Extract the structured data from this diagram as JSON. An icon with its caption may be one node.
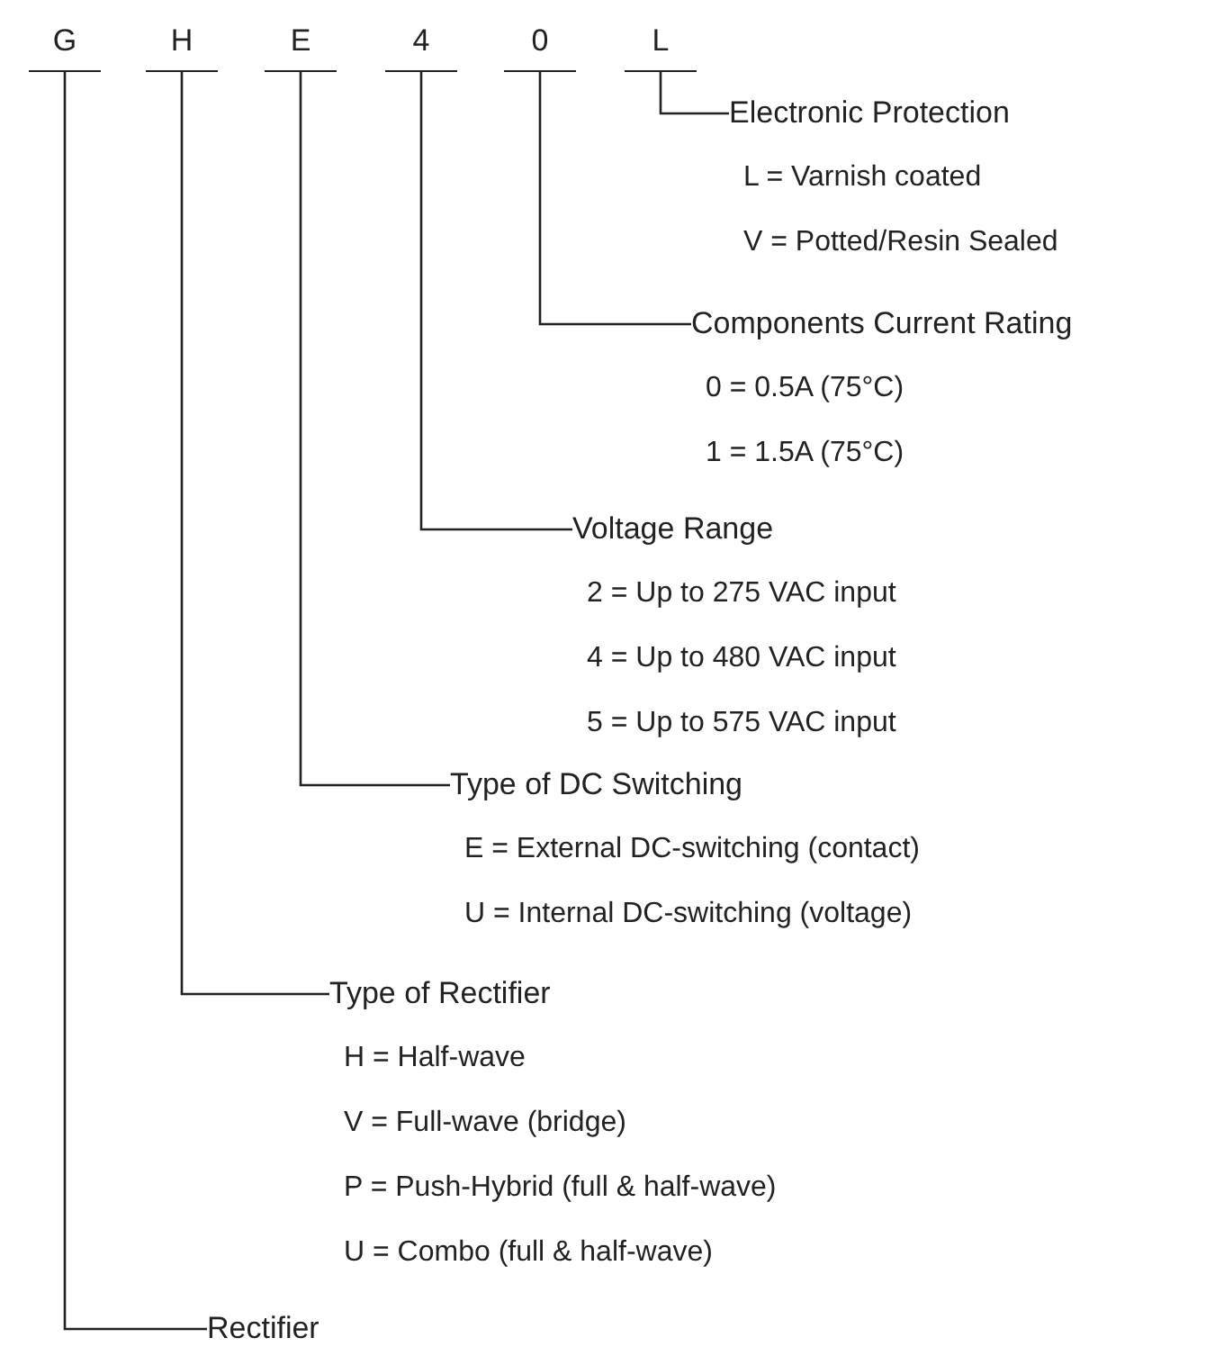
{
  "diagram": {
    "nodes": [
      {
        "text": [
          "G"
        ]
      },
      {
        "text": [
          "H"
        ]
      },
      {
        "text": [
          "E"
        ]
      },
      {
        "text": [
          "4"
        ]
      },
      {
        "text": [
          "0"
        ]
      },
      {
        "text": [
          "L"
        ]
      },
      {
        "text": [
          "Electronic Protection",
          "L = Varnish coated",
          "V = Potted/Resin Sealed"
        ]
      },
      {
        "text": [
          "Components Current Rating",
          "0 = 0.5A (75°C)",
          "1 = 1.5A (75°C)"
        ]
      },
      {
        "text": [
          "Voltage Range",
          "2 = Up to 275 VAC input",
          "4 = Up to 480 VAC input",
          "5 = Up to 575 VAC input"
        ]
      },
      {
        "text": [
          "Type of DC Switching",
          "E = External DC-switching (contact)",
          "U = Internal DC-switching (voltage)"
        ]
      },
      {
        "text": [
          "Type of Rectifier",
          "H = Half-wave",
          "V = Full-wave (bridge)",
          "P = Push-Hybrid (full & half-wave)",
          "U = Combo (full & half-wave)"
        ]
      },
      {
        "text": [
          "Rectifier"
        ]
      }
    ],
    "edges": [
      {
        "from": 5,
        "to": 6,
        "arrow": "none"
      },
      {
        "from": 4,
        "to": 7,
        "arrow": "none"
      },
      {
        "from": 3,
        "to": 8,
        "arrow": "none"
      },
      {
        "from": 2,
        "to": 9,
        "arrow": "none"
      },
      {
        "from": 1,
        "to": 10,
        "arrow": "none"
      },
      {
        "from": 0,
        "to": 11,
        "arrow": "none"
      }
    ]
  }
}
